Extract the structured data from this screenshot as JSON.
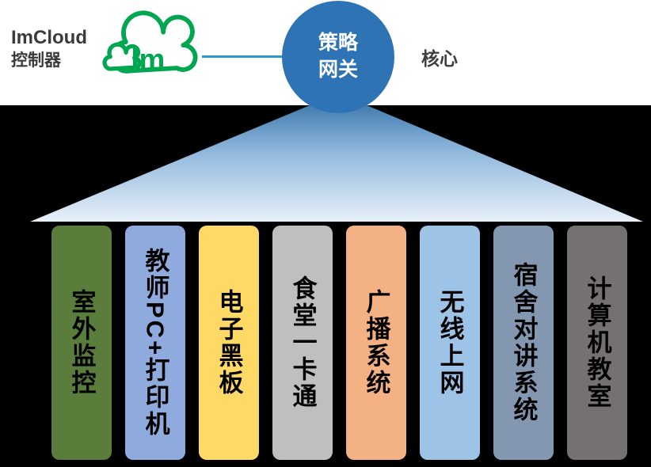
{
  "diagram": {
    "controller": {
      "line1": "ImCloud",
      "line2": "控制器"
    },
    "cloud_icon_text": "lm",
    "gateway": {
      "label": "策略网关"
    },
    "core_label": "核心",
    "pillars": [
      {
        "label": "室外监控",
        "color": "#5A7D3C"
      },
      {
        "label": "教师PC+打印机",
        "color": "#8FAADC"
      },
      {
        "label": "电子黑板",
        "color": "#FFD966"
      },
      {
        "label": "食堂一卡通",
        "color": "#BFBFBF"
      },
      {
        "label": "广播系统",
        "color": "#F4B183"
      },
      {
        "label": "无线上网",
        "color": "#9DC3E6"
      },
      {
        "label": "宿舍对讲系统",
        "color": "#8497B0"
      },
      {
        "label": "计算机教室",
        "color": "#767171"
      }
    ],
    "colors": {
      "gateway_circle": "#2E74B5",
      "triangle_top": "#2F6DA4",
      "triangle_mid": "#8FB7DC",
      "triangle_bottom": "#E8F1FA",
      "cloud_green": "#00A650",
      "connector_line": "#2E97C8",
      "background_lower": "#000000",
      "pillar_text": "#000000"
    }
  }
}
